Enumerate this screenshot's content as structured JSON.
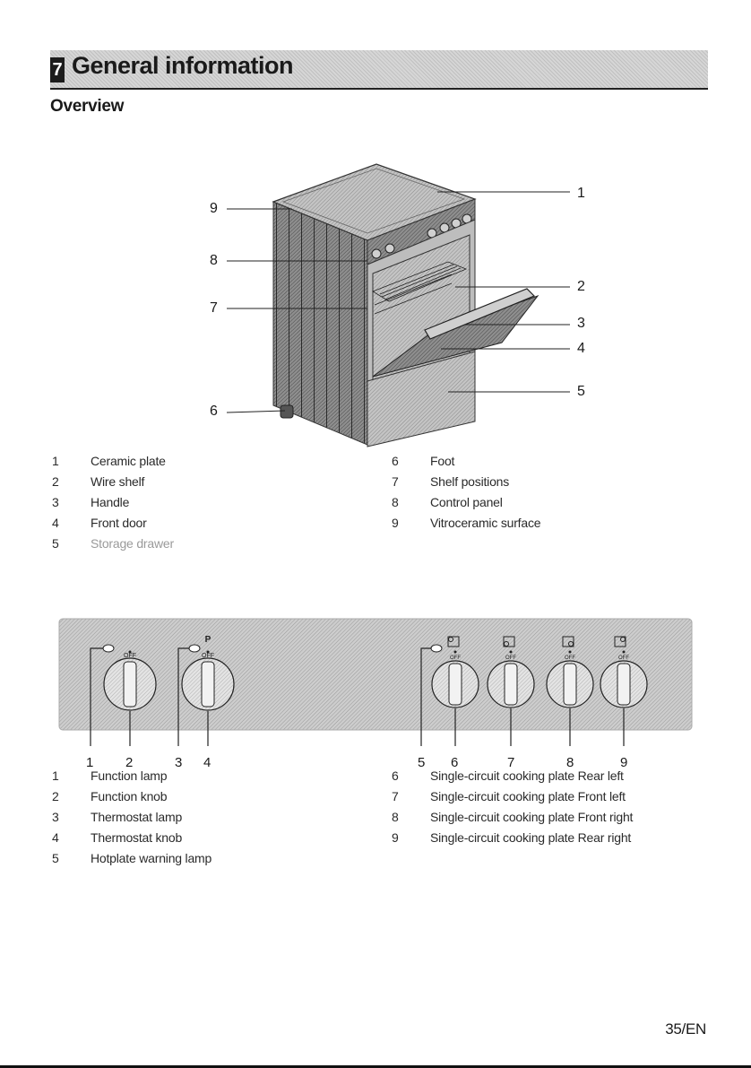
{
  "header": {
    "chapter_number": "7",
    "chapter_title": "General information"
  },
  "section_title": "Overview",
  "oven_callouts": [
    "1",
    "2",
    "3",
    "4",
    "5",
    "6",
    "7",
    "8",
    "9"
  ],
  "oven_legend_left": [
    {
      "num": "1",
      "text": "Ceramic plate"
    },
    {
      "num": "2",
      "text": "Wire shelf"
    },
    {
      "num": "3",
      "text": "Handle"
    },
    {
      "num": "4",
      "text": "Front door"
    },
    {
      "num": "5",
      "text": "Storage drawer"
    }
  ],
  "oven_legend_right": [
    {
      "num": "6",
      "text": "Foot"
    },
    {
      "num": "7",
      "text": "Shelf positions"
    },
    {
      "num": "8",
      "text": "Control panel"
    },
    {
      "num": "9",
      "text": "Vitroceramic surface"
    }
  ],
  "control_panel": {
    "knob_label": "OFF",
    "thermostat_symbol": "P",
    "callouts": [
      "1",
      "2",
      "3",
      "4",
      "5",
      "6",
      "7",
      "8",
      "9"
    ]
  },
  "panel_legend_left": [
    {
      "num": "1",
      "text": "Function lamp"
    },
    {
      "num": "2",
      "text": "Function knob"
    },
    {
      "num": "3",
      "text": "Thermostat lamp"
    },
    {
      "num": "4",
      "text": "Thermostat knob"
    },
    {
      "num": "5",
      "text": "Hotplate warning lamp"
    }
  ],
  "panel_legend_right": [
    {
      "num": "6",
      "text": "Single-circuit cooking plate Rear left"
    },
    {
      "num": "7",
      "text": "Single-circuit cooking plate Front left"
    },
    {
      "num": "8",
      "text": "Single-circuit cooking plate Front right"
    },
    {
      "num": "9",
      "text": "Single-circuit cooking plate Rear right"
    }
  ],
  "page_number": "35/EN"
}
